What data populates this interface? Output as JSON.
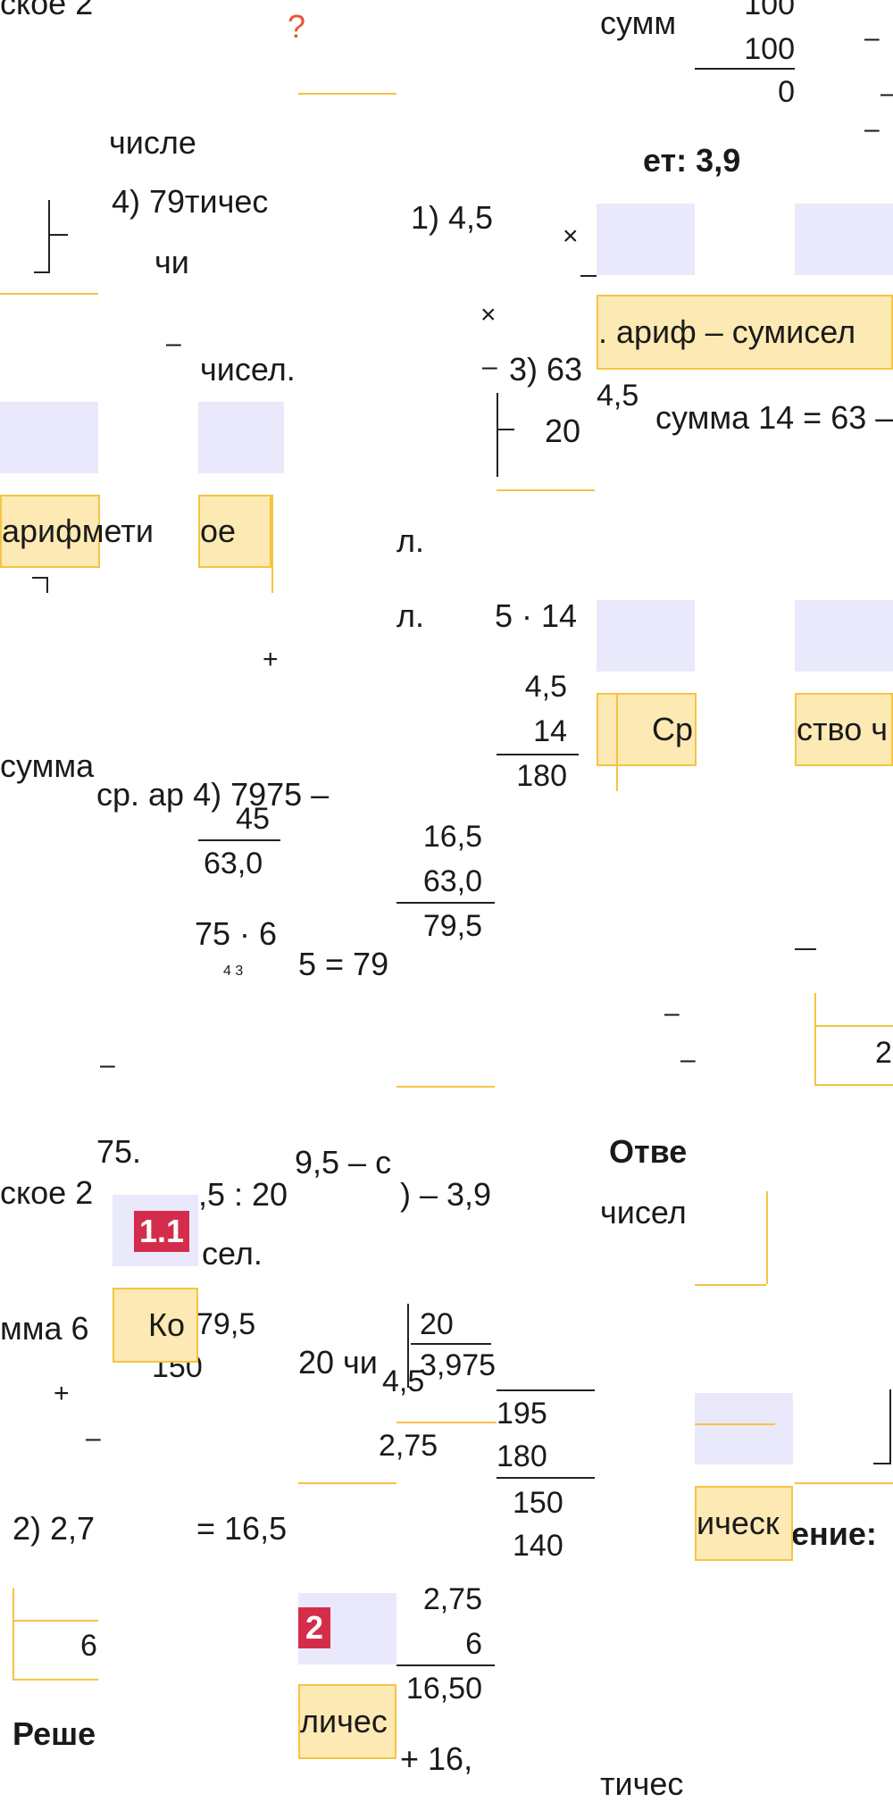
{
  "fragments": {
    "f01": "ское 2",
    "f02": "?",
    "f03": "сумм",
    "f04": "100",
    "f05": "100",
    "f06": "0",
    "f07": "числе",
    "f08": "ет: 3,9",
    "f09": "4) 79тичес",
    "f10": "1) 4,5",
    "f11": "×",
    "f12": "чи",
    "f13": "×",
    "f14": "–",
    "f15": "чисел.",
    "f16": "3) 63",
    "f17": "4,5",
    "f18": "20",
    "f19": "сумма 14 = 63 –",
    "f20": "л.",
    "f21": "л.",
    "f22": "5 · 14",
    "f23": "+",
    "f24": "4,5",
    "f25": "14",
    "f26": "180",
    "f27": "сумма",
    "f28": "ср. ар 4) 7975 –",
    "f29": "45",
    "f30": "63,0",
    "f31": "16,5",
    "f32": "63,0",
    "f33": "79,5",
    "f34": "75 · 6",
    "f35": "4 3",
    "f36": "5 = 79",
    "f37": "75.",
    "f38": "9,5 – с",
    "f39": "Отве",
    "f40": "ское 2",
    "f41": ",5 : 20",
    "f42": ") – 3,9",
    "f43": "чисел",
    "f44": "сел.",
    "f45": "мма 6",
    "f46": "79,5",
    "f47": "20 чи",
    "f48": "20",
    "f49": "3,975",
    "f50": "150",
    "f51": "+",
    "f52": "4,5",
    "f53": "195",
    "f54": "2,75",
    "f55": "180",
    "f56": "150",
    "f57": "140",
    "f58": "2) 2,7",
    "f59": "= 16,5",
    "f60": "ение:",
    "f61": "6",
    "f62": "2,75",
    "f63": "6",
    "f64": "16,50",
    "f65": "Реше",
    "f66": "+ 16,",
    "f67": "тичес",
    "f68": "–",
    "f69": "–",
    "f70": "–",
    "f71": "–",
    "f72": "–",
    "f73": "–",
    "f74": "–",
    "f75": "–",
    "f76": "2"
  },
  "boxes": {
    "b1": "арифмети",
    "b2": "ое",
    "b3": ". ариф – сумисел",
    "b4": "Ср",
    "b5": "ство ч",
    "b6": "Ко",
    "b7": "ическ",
    "b8": "личес"
  },
  "badges": {
    "g1": "1.1",
    "g2": "2"
  }
}
